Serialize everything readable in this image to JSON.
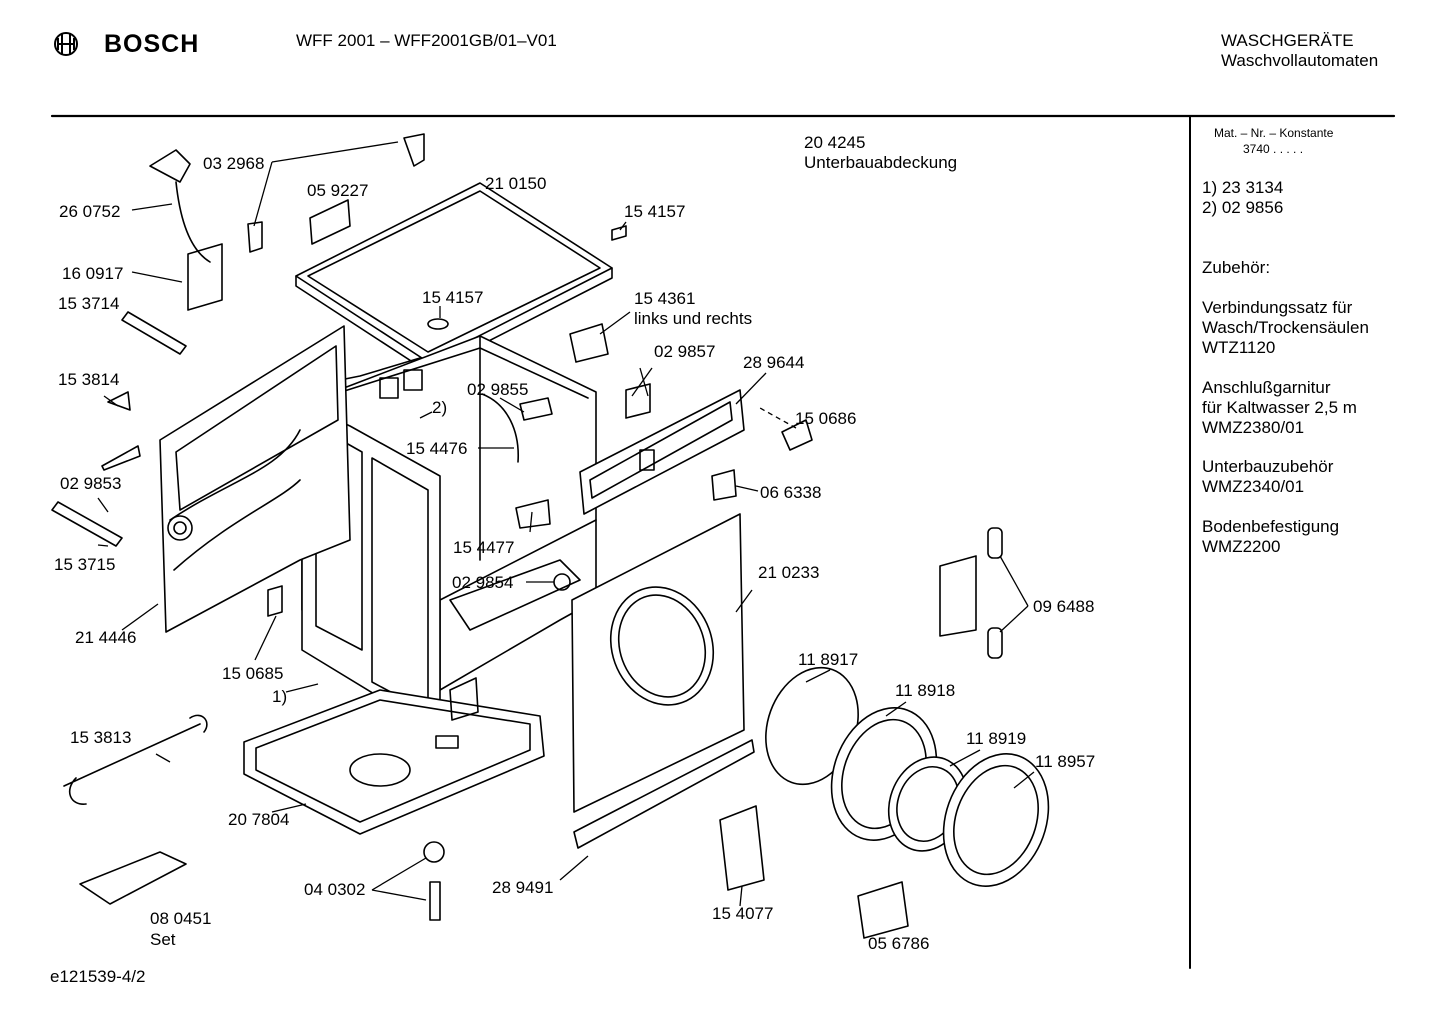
{
  "header": {
    "brand": "BOSCH",
    "model": "WFF 2001 – WFF2001GB/01–V01",
    "category_line1": "WASCHGERÄTE",
    "category_line2": "Waschvollautomaten"
  },
  "footer": {
    "doc_id": "e121539-4/2"
  },
  "sidebar": {
    "mat_header": "Mat. – Nr. – Konstante",
    "mat_value": "3740  .  .  .  .  .",
    "notes": [
      "1)  23 3134",
      "2)  02 9856"
    ],
    "accessories_title": "Zubehör:",
    "accessories": [
      [
        "Verbindungssatz für",
        "Wasch/Trockensäulen",
        "WTZ1120"
      ],
      [
        "Anschlußgarnitur",
        "für Kaltwasser 2,5 m",
        "WMZ2380/01"
      ],
      [
        "Unterbauzubehör",
        "WMZ2340/01"
      ],
      [
        "Bodenbefestigung",
        "WMZ2200"
      ]
    ]
  },
  "labels": {
    "p032968": "03 2968",
    "p260752": "26 0752",
    "p059227": "05 9227",
    "p210150": "21 0150",
    "p204245": "20 4245",
    "p204245_desc": "Unterbauabdeckung",
    "p154157a": "15 4157",
    "p160917": "16 0917",
    "p153714": "15 3714",
    "p154157b": "15 4157",
    "p154361": "15 4361",
    "p154361_desc": "links und rechts",
    "p029857": "02 9857",
    "p289644": "28 9644",
    "p153814": "15 3814",
    "p029855": "02 9855",
    "note2": "2)",
    "p150686": "15 0686",
    "p154476": "15 4476",
    "p029853": "02 9853",
    "p066338": "06 6338",
    "p153715": "15 3715",
    "p154477": "15 4477",
    "p210233": "21 0233",
    "p029854": "02 9854",
    "p096488": "09 6488",
    "p214446": "21 4446",
    "p118917": "11 8917",
    "p150685": "15 0685",
    "note1": "1)",
    "p118918": "11 8918",
    "p153813": "15 3813",
    "p118919": "11 8919",
    "p118957": "11 8957",
    "p207804": "20 7804",
    "p040302": "04 0302",
    "p289491": "28 9491",
    "p154077": "15 4077",
    "p080451": "08 0451",
    "p080451_desc": "Set",
    "p056786": "05 6786"
  }
}
